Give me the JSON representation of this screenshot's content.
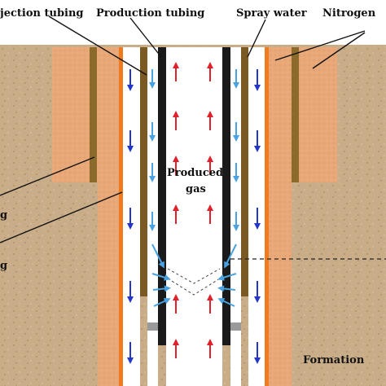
{
  "labels": {
    "injection_tubing": "jection tubing",
    "production_tubing": "Production tubing",
    "spray_water": "Spray water",
    "nitrogen": "Nitrogen",
    "produced_gas_line1": "Produced",
    "produced_gas_line2": "gas",
    "formation": "Formation",
    "cut_left_1": "g",
    "cut_left_2": "g"
  },
  "colors": {
    "formation_fill": "#c9ad88",
    "casing_fill": "#e8a877",
    "annulus_fill": "#ffffff",
    "casing_wall": "#8b6a2c",
    "inner_wall": "#7a5a22",
    "orange_line": "#f07a1e",
    "production_wall": "#1a1a1a",
    "gas_arrow": "#e0202a",
    "water_arrow": "#4aa3e0",
    "nitrogen_arrow": "#2436c8",
    "packer": "#9a9a9a"
  },
  "icons": {
    "gas_flow": "red-up-arrow-icon",
    "spray_water_flow": "light-blue-down-arrow-icon",
    "nitrogen_flow": "dark-blue-down-arrow-icon"
  }
}
